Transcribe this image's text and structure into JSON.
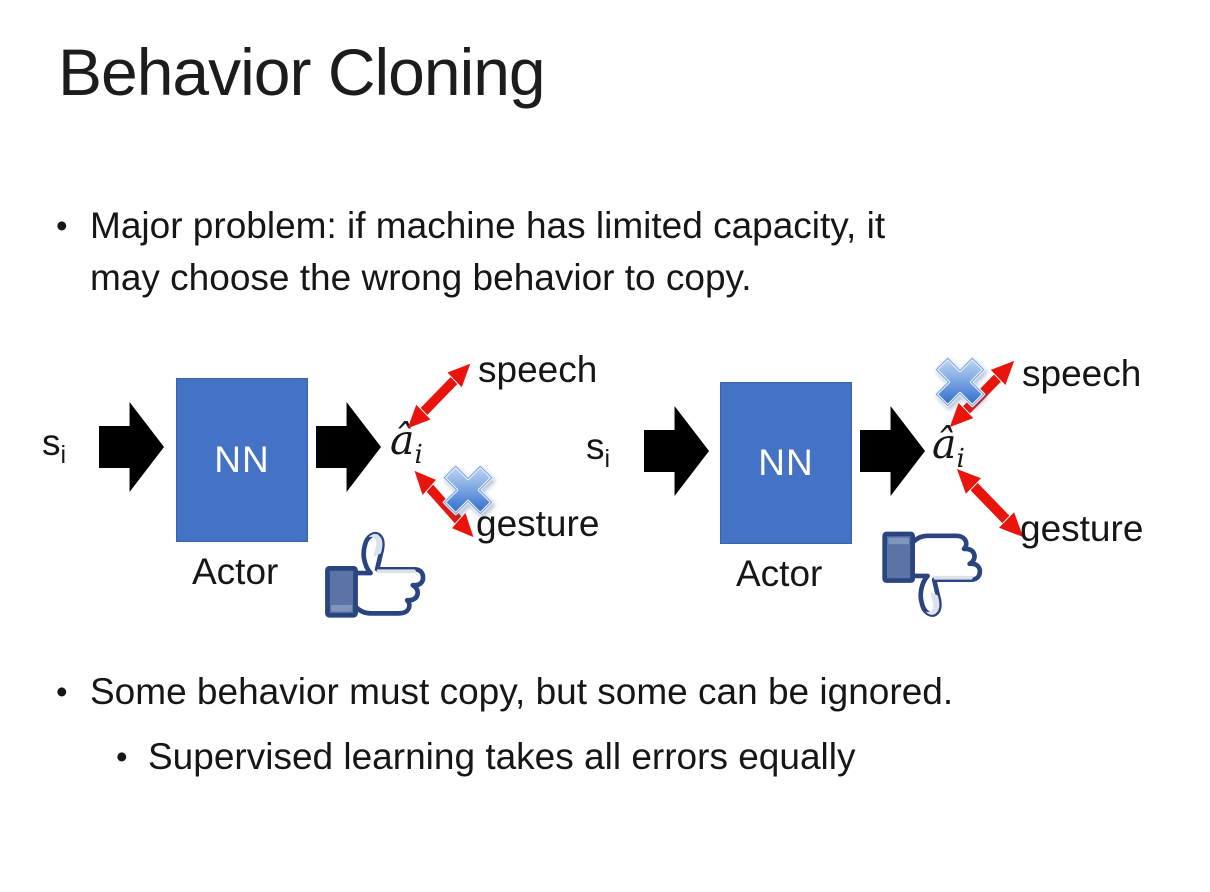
{
  "slide": {
    "title": "Behavior Cloning",
    "bullet_char": "•",
    "bullets": {
      "major_problem_lines": [
        "Major problem: if machine has limited capacity, it",
        "may choose the wrong behavior to copy."
      ],
      "some_behavior": "Some behavior must copy, but some can be ignored.",
      "supervised": "Supervised learning takes all errors equally"
    }
  },
  "diagrams": {
    "left": {
      "state_label": "s",
      "state_sub": "i",
      "nn_label": "NN",
      "action_label": "â",
      "action_sub": "i",
      "speech_label": "speech",
      "gesture_label": "gesture",
      "actor_label": "Actor",
      "crossed_out_branch": "gesture",
      "feedback_icon": "thumbs-up"
    },
    "right": {
      "state_label": "s",
      "state_sub": "i",
      "nn_label": "NN",
      "action_label": "â",
      "action_sub": "i",
      "speech_label": "speech",
      "gesture_label": "gesture",
      "actor_label": "Actor",
      "crossed_out_branch": "speech",
      "feedback_icon": "thumbs-down"
    }
  },
  "colors": {
    "nn_fill": "#4472C4",
    "nn_border": "#3A62A8",
    "arrow_black": "#000000",
    "arrow_red": "#E9150D",
    "cross_blue": "#3E78D0",
    "thumb_outline": "#29447E",
    "thumb_cuff": "#5B74A8",
    "text": "#161616"
  }
}
